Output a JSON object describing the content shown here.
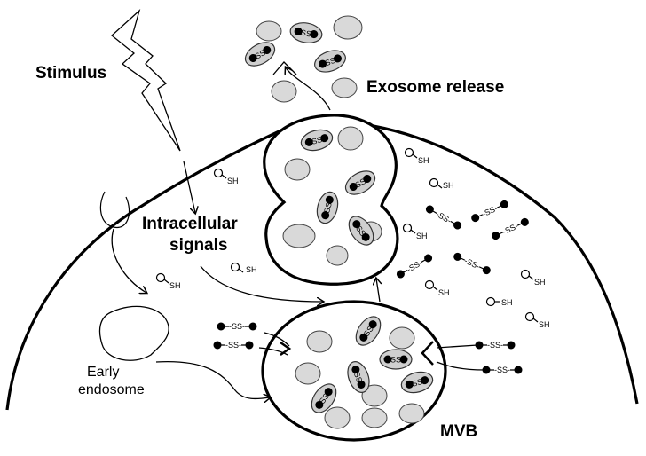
{
  "labels": {
    "stimulus": "Stimulus",
    "exosome_release": "Exosome release",
    "intracellular_signals_1": "Intracellular",
    "intracellular_signals_2": "signals",
    "early_endosome_1": "Early",
    "early_endosome_2": "endosome",
    "mvb": "MVB"
  },
  "chem": {
    "disulfide": "SS",
    "disulfide_hyphen": "-SS-",
    "thiol": "SH"
  }
}
